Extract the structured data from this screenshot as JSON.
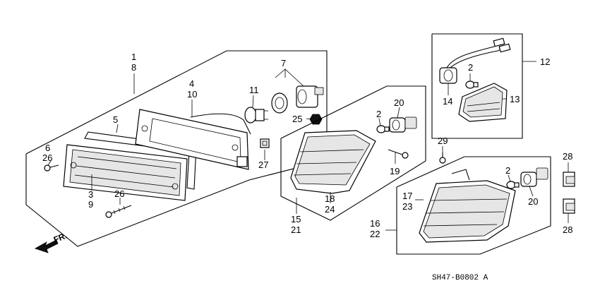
{
  "labels": {
    "l1": "1",
    "l8": "8",
    "l4": "4",
    "l10": "10",
    "l5": "5",
    "l11": "11",
    "l7": "7",
    "l25": "25",
    "l27": "27",
    "l6": "6",
    "l26a": "26",
    "l3": "3",
    "l9": "9",
    "l26b": "26",
    "l18": "18",
    "l24": "24",
    "l15": "15",
    "l21": "21",
    "l2a": "2",
    "l20a": "20",
    "l19": "19",
    "l2b": "2",
    "l14": "14",
    "l13": "13",
    "l12": "12",
    "l29": "29",
    "l2c": "2",
    "l20b": "20",
    "l17": "17",
    "l23": "23",
    "l16": "16",
    "l22": "22",
    "l28a": "28",
    "l28b": "28",
    "fr": "FR.",
    "code": "SH47-B0802 A"
  }
}
